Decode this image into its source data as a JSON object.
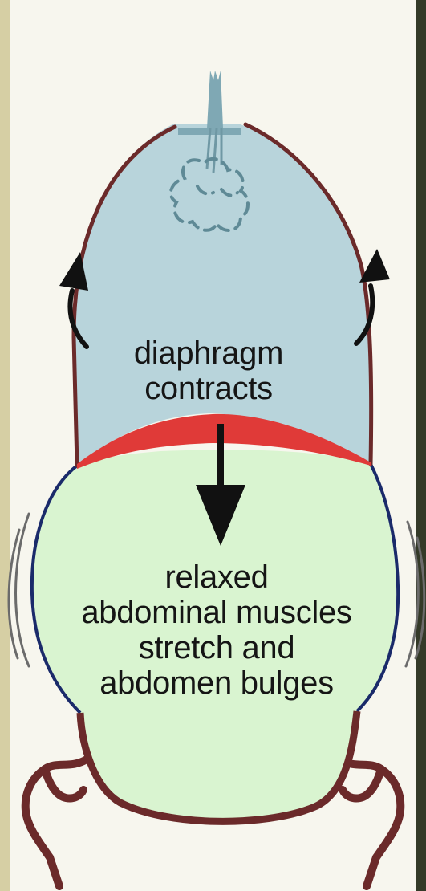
{
  "labels": {
    "diaphragm": [
      "diaphragm",
      "contracts"
    ],
    "abdomen": [
      "relaxed",
      "abdominal muscles",
      "stretch and",
      "abdomen bulges"
    ]
  },
  "colors": {
    "background": "#f7f6ee",
    "left_strip": "#d6cfa4",
    "right_strip": "#343a28",
    "thorax_fill": "#b8d4db",
    "abdomen_fill": "#d9f4d0",
    "diaphragm_muscle": "#e03a38",
    "body_outline": "#6b2a2a",
    "abdomen_wall": "#1a2a6a",
    "arrow": "#111111"
  }
}
